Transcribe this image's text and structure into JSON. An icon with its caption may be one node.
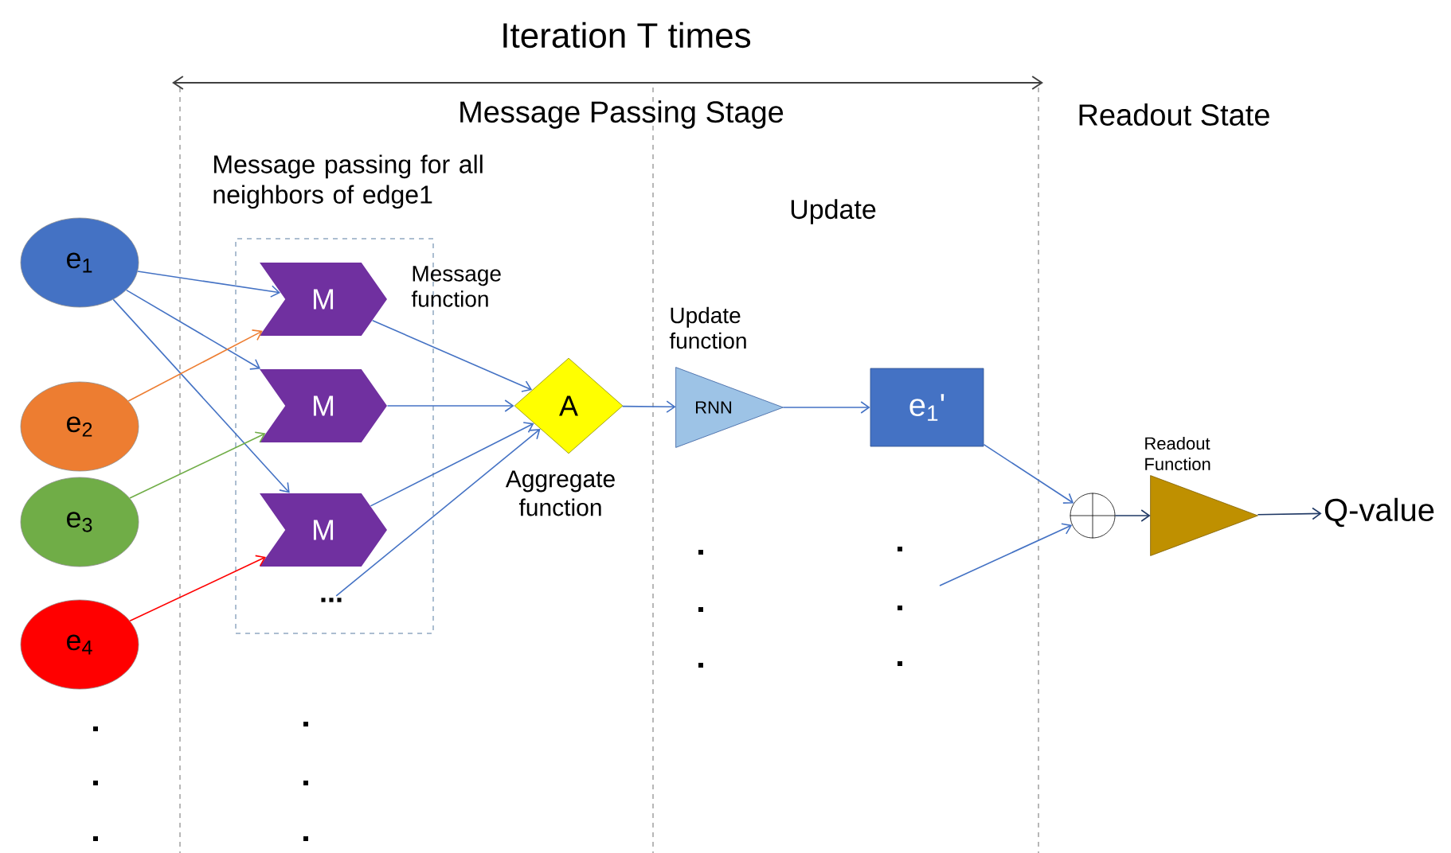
{
  "diagram": {
    "title": "Iteration T times",
    "nodes": [
      {
        "text": [
          "e$_{1}$"
        ]
      },
      {
        "text": [
          "e$_{2}$"
        ]
      },
      {
        "text": [
          "e$_{3}$"
        ]
      },
      {
        "text": [
          "e$_{4}$"
        ]
      },
      {
        "text": [
          "Message passing for all neighbors of edge1"
        ]
      },
      {
        "text": [
          "M"
        ],
        "in": 4,
        "beside": [
          "Message function"
        ]
      },
      {
        "text": [
          "M"
        ],
        "in": 4
      },
      {
        "text": [
          "M"
        ],
        "in": 4
      },
      {
        "text": [
          "..."
        ],
        "in": 4
      },
      {
        "text": [
          "A"
        ],
        "beside": [
          "Aggregate function"
        ]
      },
      {
        "text": [
          "RNN"
        ],
        "beside": [
          "Update function"
        ]
      },
      {
        "text": [
          "e$_{1}$'"
        ]
      },
      {
        "text": [],
        "shape": "circle"
      },
      {
        "text": [],
        "shape": "triangle",
        "beside": [
          "Readout Function"
        ]
      },
      {
        "text": [
          "Q-value"
        ]
      }
    ],
    "edges": [
      {
        "from": 0,
        "to": 5,
        "arrow": "to"
      },
      {
        "from": 0,
        "to": 6,
        "arrow": "to"
      },
      {
        "from": 0,
        "to": 7,
        "arrow": "to"
      },
      {
        "from": 1,
        "to": 5,
        "arrow": "to",
        "color": "#ed7d31"
      },
      {
        "from": 2,
        "to": 6,
        "arrow": "to",
        "color": "#70ad47"
      },
      {
        "from": 3,
        "to": 7,
        "arrow": "to",
        "color": "#ff0000"
      },
      {
        "from": 5,
        "to": 9,
        "arrow": "to"
      },
      {
        "from": 6,
        "to": 9,
        "arrow": "to"
      },
      {
        "from": 7,
        "to": 9,
        "arrow": "to"
      },
      {
        "from": 8,
        "to": 9,
        "arrow": "to"
      },
      {
        "from": 9,
        "to": 10,
        "arrow": "to"
      },
      {
        "from": 10,
        "to": 11,
        "arrow": "to"
      },
      {
        "from": 11,
        "to": 12,
        "arrow": "to"
      },
      {
        "from": null,
        "to": 12,
        "arrow": "to"
      },
      {
        "from": 12,
        "to": 13,
        "arrow": "to",
        "color": "#1f3864"
      },
      {
        "from": 13,
        "to": 14,
        "arrow": "to",
        "color": "#1f3864"
      }
    ],
    "labels": [
      "Message Passing Stage",
      "Readout State",
      "Update"
    ]
  }
}
